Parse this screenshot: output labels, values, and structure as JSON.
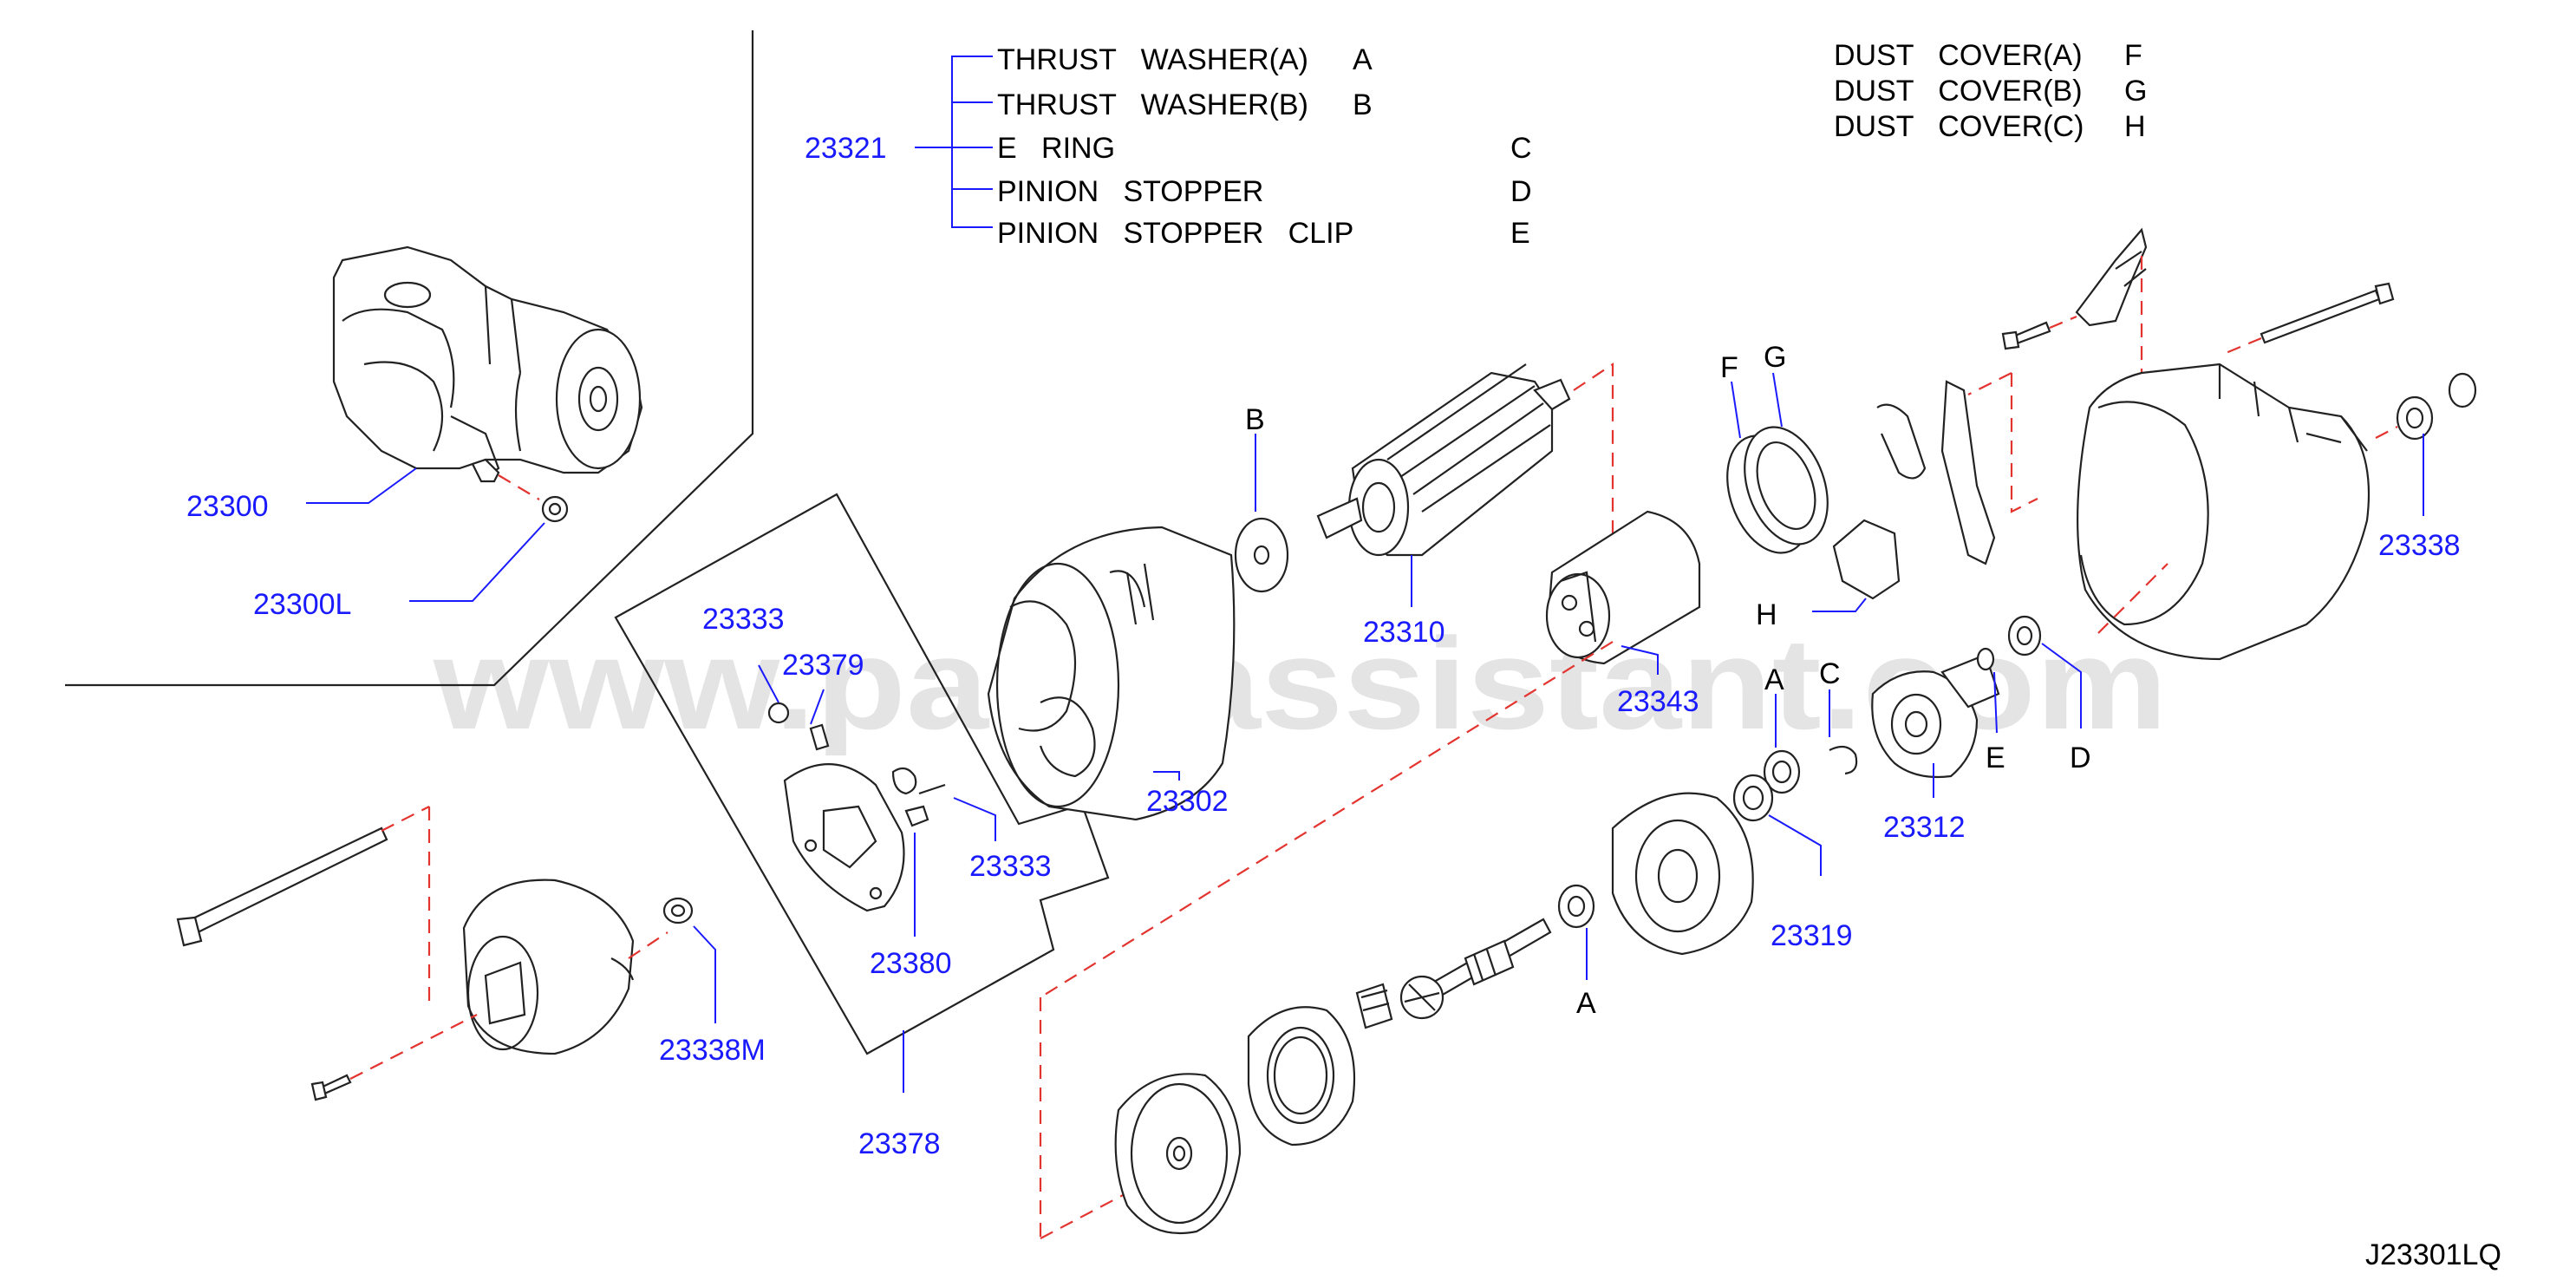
{
  "diagram_code": "J23301LQ",
  "watermark": "www.partsassistant.com",
  "legend_left": {
    "group_part": "23321",
    "items": [
      {
        "name": "THRUST   WASHER(A)",
        "code": "A"
      },
      {
        "name": "THRUST   WASHER(B)",
        "code": "B"
      },
      {
        "name": "E   RING",
        "code": "C"
      },
      {
        "name": "PINION   STOPPER",
        "code": "D"
      },
      {
        "name": "PINION   STOPPER   CLIP",
        "code": "E"
      }
    ]
  },
  "legend_right": {
    "items": [
      {
        "name": "DUST   COVER(A)",
        "code": "F"
      },
      {
        "name": "DUST   COVER(B)",
        "code": "G"
      },
      {
        "name": "DUST   COVER(C)",
        "code": "H"
      }
    ]
  },
  "part_labels": {
    "p23300": "23300",
    "p23300L": "23300L",
    "p23333a": "23333",
    "p23379": "23379",
    "p23333b": "23333",
    "p23380": "23380",
    "p23378": "23378",
    "p23338M": "23338M",
    "p23302": "23302",
    "p23310": "23310",
    "p23343": "23343",
    "p23319": "23319",
    "p23312": "23312",
    "p23338": "23338"
  },
  "letter_labels": {
    "B": "B",
    "F": "F",
    "G": "G",
    "H": "H",
    "A_upper": "A",
    "C": "C",
    "E": "E",
    "D": "D",
    "A_lower": "A"
  },
  "colors": {
    "part_number": "#1a1aff",
    "leader_line": "#1a1aff",
    "alignment_line": "#e3342f",
    "outline": "#222222",
    "watermark": "#cfcfcf"
  }
}
